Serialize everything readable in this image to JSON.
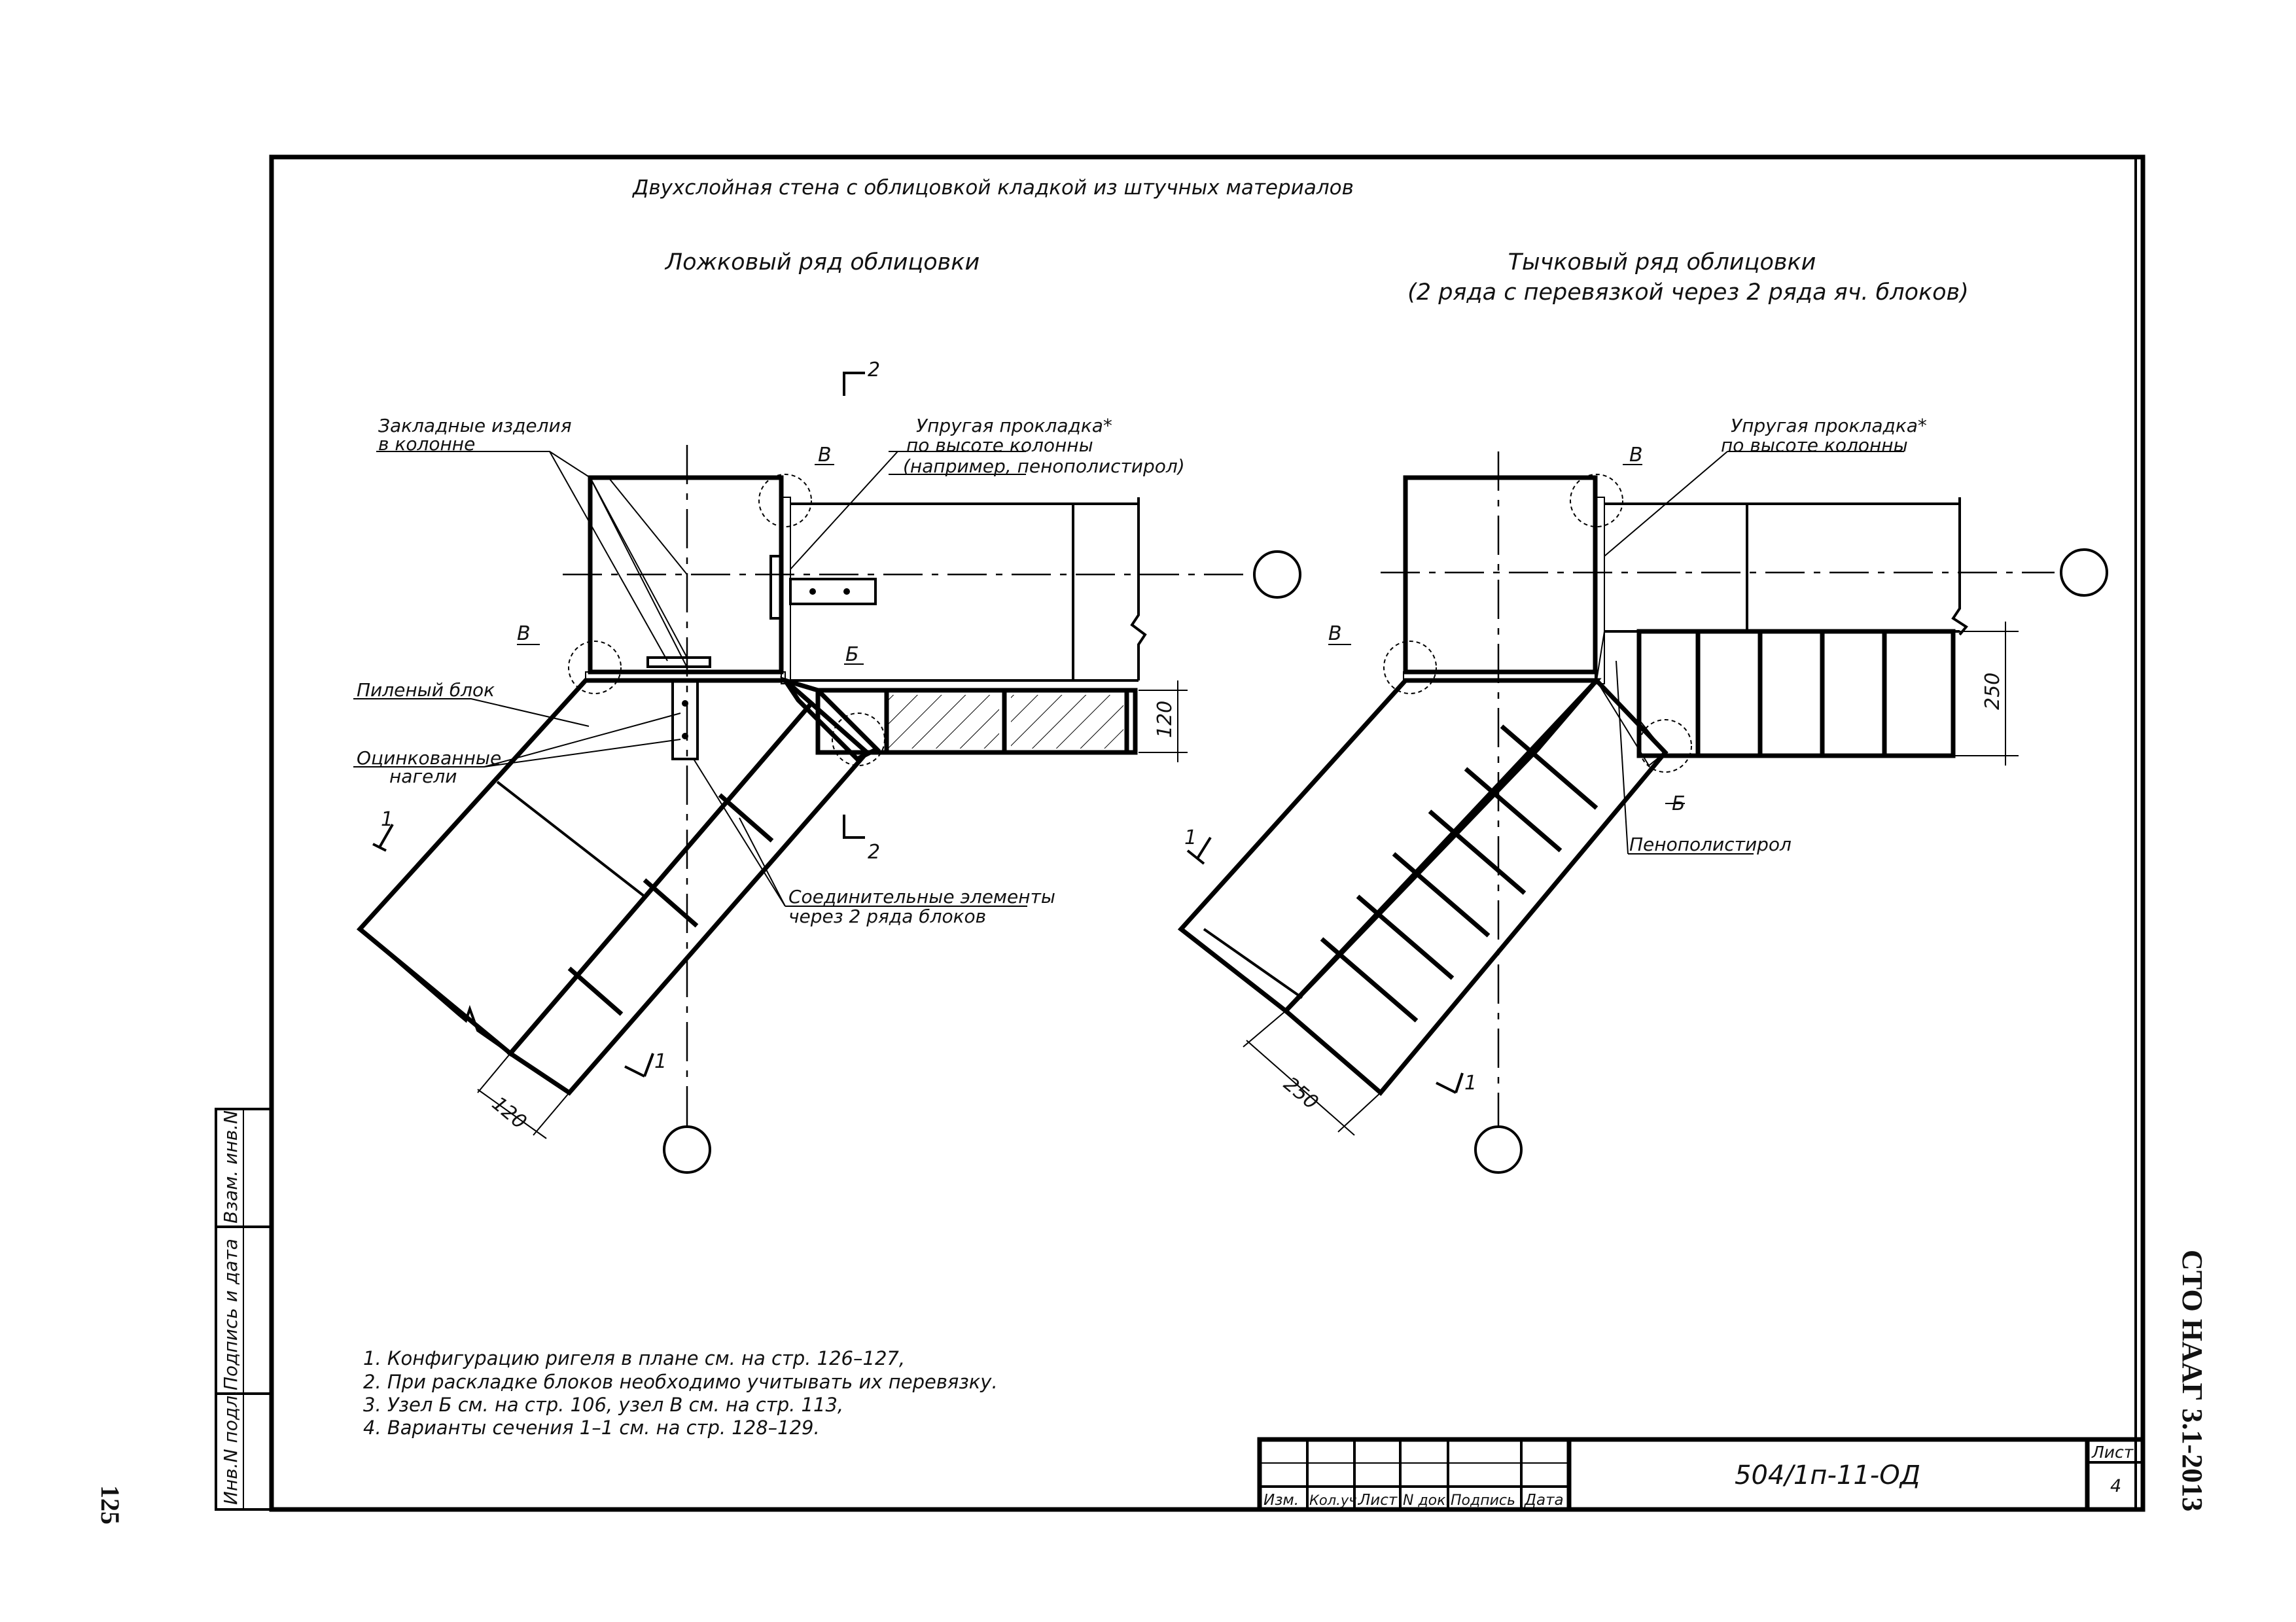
{
  "page_number": "125",
  "standard_code": "СТО НААГ 3.1-2013",
  "title": "Двухслойная стена с облицовкой кладкой из штучных материалов",
  "left_view": {
    "heading": "Ложковый ряд облицовки",
    "labels": {
      "embedded_parts_1": "Закладные изделия",
      "embedded_parts_2": "в колонне",
      "elastic_pad_1": "Упругая прокладка*",
      "elastic_pad_2": "по высоте колонны",
      "elastic_pad_3": "(например, пенополистирол)",
      "sawn_block": "Пиленый блок",
      "dowels_1": "Оцинкованные",
      "dowels_2": "нагели",
      "connectors_1": "Соединительные элементы",
      "connectors_2": "через 2 ряда блоков",
      "node_v1": "В",
      "node_v2": "В",
      "node_b": "Б",
      "section_2_top": "2",
      "section_2_bottom": "2",
      "section_1_top": "1",
      "section_1_bottom": "1",
      "dim_120_vertical": "120",
      "dim_120_diagonal": "120"
    }
  },
  "right_view": {
    "heading_1": "Тычковый ряд облицовки",
    "heading_2": "(2 ряда с перевязкой через 2 ряда яч. блоков)",
    "labels": {
      "elastic_pad_1": "Упругая прокладка*",
      "elastic_pad_2": "по высоте колонны",
      "polystyrene": "Пенополистирол",
      "node_v1": "В",
      "node_v2": "В",
      "node_b": "Б",
      "section_1_top": "1",
      "section_1_bottom": "1",
      "dim_250_vertical": "250",
      "dim_250_diagonal": "250"
    }
  },
  "notes": [
    "1.  Конфигурацию ригеля в плане см. на стр. 126–127,",
    "2.  При раскладке блоков необходимо учитывать их перевязку.",
    "3.  Узел Б см. на стр. 106, узел В см. на стр. 113,",
    "4.  Варианты сечения 1–1 см. на стр. 128–129."
  ],
  "side_stamp": [
    "Инв.N подл.",
    "Подпись и дата",
    "Взам. инв.N"
  ],
  "title_block": {
    "headers": [
      "Изм.",
      "Кол.уч.",
      "Лист",
      "N док.",
      "Подпись",
      "Дата"
    ],
    "document_code": "504/1п-11-ОД",
    "sheet_label": "Лист",
    "sheet_number": "4"
  }
}
